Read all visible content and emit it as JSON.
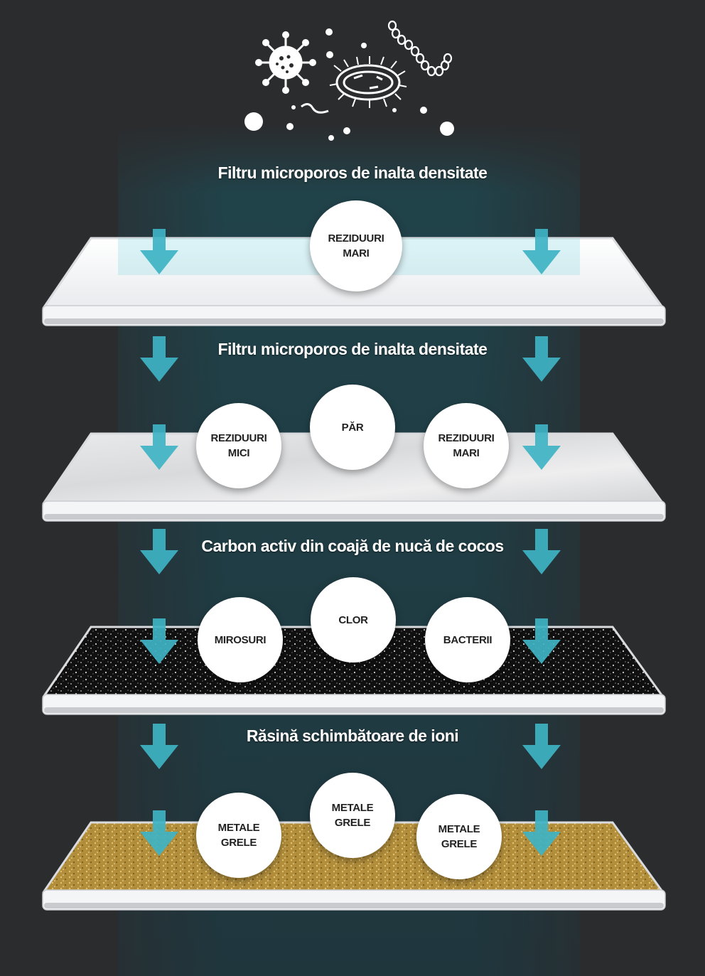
{
  "colors": {
    "background": "#2b2c2e",
    "beam": "#1f5f6c",
    "arrow": "#3fb3c4",
    "plate": "#f2f3f5",
    "carbon": "#121212",
    "resin": "#b8953f"
  },
  "icons": [
    "virus-icon",
    "bacterium-icon",
    "bacteria-chain-icon",
    "particle-icon"
  ],
  "layers": [
    {
      "title": "Filtru microporos de inalta densitate",
      "material": "white",
      "circles": [
        "REZIDUURI\nMARI"
      ]
    },
    {
      "title": "Filtru microporos de inalta densitate",
      "material": "marble",
      "circles": [
        "REZIDUURI\nMICI",
        "PĂR",
        "REZIDUURI\nMARI"
      ]
    },
    {
      "title": "Carbon activ din coajă de nucă de cocos",
      "material": "carbon",
      "circles": [
        "MIROSURI",
        "CLOR",
        "BACTERII"
      ]
    },
    {
      "title": "Răsină schimbătoare de ioni",
      "material": "resin",
      "circles": [
        "METALE\nGRELE",
        "METALE\nGRELE",
        "METALE\nGRELE"
      ]
    }
  ]
}
